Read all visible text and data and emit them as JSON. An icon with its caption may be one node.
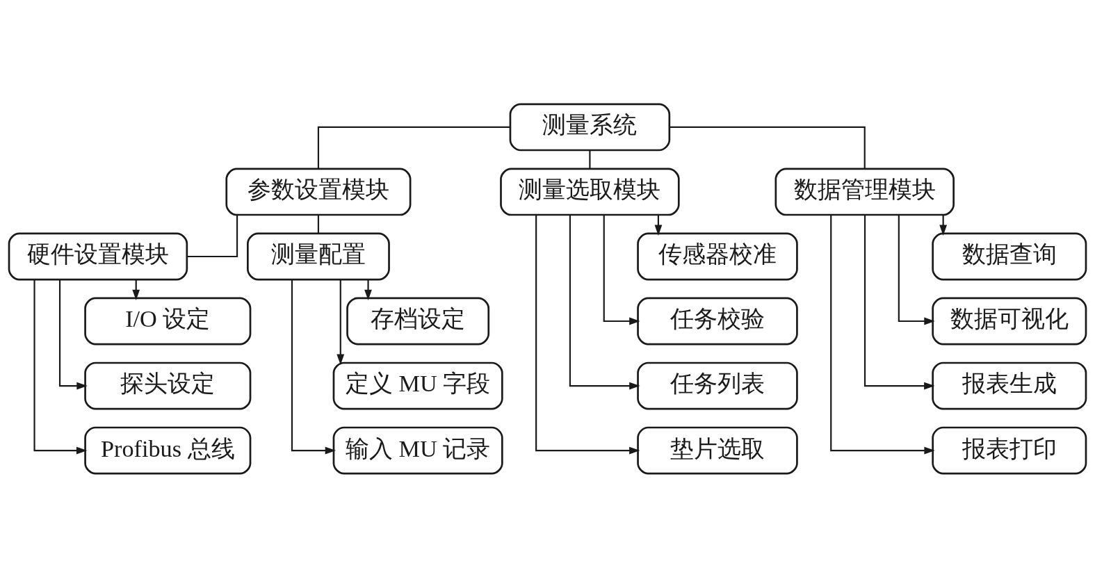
{
  "diagram": {
    "nodes": [
      {
        "text": [
          "测量系统"
        ]
      },
      {
        "text": [
          "参数设置模块"
        ]
      },
      {
        "text": [
          "测量选取模块"
        ]
      },
      {
        "text": [
          "数据管理模块"
        ]
      },
      {
        "text": [
          "硬件设置模块"
        ]
      },
      {
        "text": [
          "测量配置"
        ]
      },
      {
        "text": [
          "I/O 设定"
        ]
      },
      {
        "text": [
          "探头设定"
        ]
      },
      {
        "text": [
          "Profibus 总线"
        ]
      },
      {
        "text": [
          "存档设定"
        ]
      },
      {
        "text": [
          "定义 MU 字段"
        ]
      },
      {
        "text": [
          "输入 MU 记录"
        ]
      },
      {
        "text": [
          "传感器校准"
        ]
      },
      {
        "text": [
          "任务校验"
        ]
      },
      {
        "text": [
          "任务列表"
        ]
      },
      {
        "text": [
          "垫片选取"
        ]
      },
      {
        "text": [
          "数据查询"
        ]
      },
      {
        "text": [
          "数据可视化"
        ]
      },
      {
        "text": [
          "报表生成"
        ]
      },
      {
        "text": [
          "报表打印"
        ]
      }
    ],
    "edges": [
      {
        "from": 0,
        "to": 1,
        "arrow": "none"
      },
      {
        "from": 0,
        "to": 2,
        "arrow": "none"
      },
      {
        "from": 0,
        "to": 3,
        "arrow": "none"
      },
      {
        "from": 1,
        "to": 4,
        "arrow": "none"
      },
      {
        "from": 1,
        "to": 5,
        "arrow": "none"
      },
      {
        "from": 4,
        "to": 8,
        "arrow": "to"
      },
      {
        "from": 4,
        "to": 7,
        "arrow": "to"
      },
      {
        "from": 4,
        "to": 6,
        "arrow": "to"
      },
      {
        "from": 5,
        "to": 11,
        "arrow": "to"
      },
      {
        "from": 5,
        "to": 10,
        "arrow": "to"
      },
      {
        "from": 5,
        "to": 9,
        "arrow": "to"
      },
      {
        "from": 2,
        "to": 15,
        "arrow": "to"
      },
      {
        "from": 2,
        "to": 14,
        "arrow": "to"
      },
      {
        "from": 2,
        "to": 13,
        "arrow": "to"
      },
      {
        "from": 2,
        "to": 12,
        "arrow": "to"
      },
      {
        "from": 3,
        "to": 19,
        "arrow": "to"
      },
      {
        "from": 3,
        "to": 18,
        "arrow": "to"
      },
      {
        "from": 3,
        "to": 17,
        "arrow": "to"
      },
      {
        "from": 3,
        "to": 16,
        "arrow": "to"
      }
    ]
  }
}
